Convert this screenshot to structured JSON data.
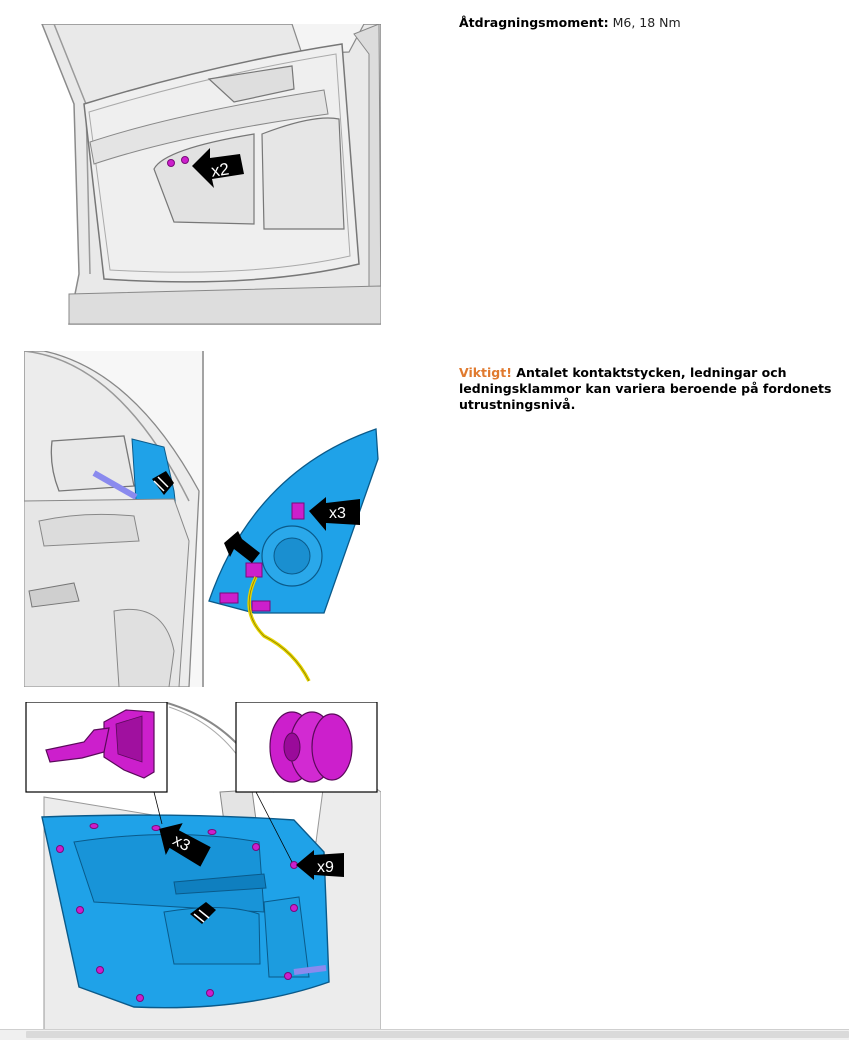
{
  "torque": {
    "label": "Åtdragningsmoment:",
    "value": "M6, 18 Nm"
  },
  "important": {
    "prefix": "Viktigt!",
    "text": "Antalet kontaktstycken, ledningar och ledningsklammor kan variera beroende på fordonets utrustningsnivå."
  },
  "figure1": {
    "callout": "x2"
  },
  "figure2": {
    "callout": "x3"
  },
  "figure3": {
    "callout_left": "x3",
    "callout_right": "x9"
  },
  "colors": {
    "highlight_blue": "#1fa2e8",
    "part_magenta": "#cc1fcc",
    "warning_orange": "#e07a2f",
    "wire_yellow": "#e6d400"
  }
}
